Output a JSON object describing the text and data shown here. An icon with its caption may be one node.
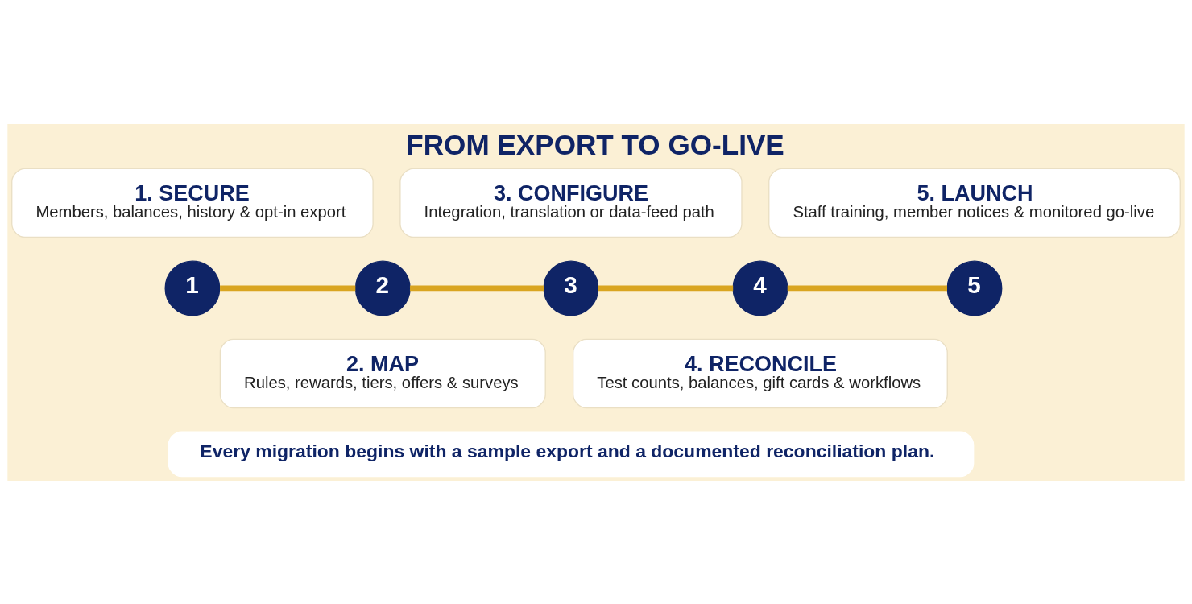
{
  "diagram": {
    "title": "FROM EXPORT TO GO-LIVE",
    "nodes": [
      {
        "text": [
          "1. SECURE",
          "Members, balances, history & opt-in export"
        ]
      },
      {
        "text": [
          "3. CONFIGURE",
          "Integration, translation or data-feed path"
        ]
      },
      {
        "text": [
          "5. LAUNCH",
          "Staff training, member notices & monitored go-live"
        ]
      },
      {
        "text": [
          "1"
        ]
      },
      {
        "text": [
          "2"
        ]
      },
      {
        "text": [
          "3"
        ]
      },
      {
        "text": [
          "4"
        ]
      },
      {
        "text": [
          "5"
        ]
      },
      {
        "text": [
          "2. MAP",
          "Rules, rewards, tiers, offers & surveys"
        ]
      },
      {
        "text": [
          "4. RECONCILE",
          "Test counts, balances, gift cards & workflows"
        ]
      }
    ],
    "edges": [
      {
        "from": 3,
        "to": 4,
        "arrow": "none"
      },
      {
        "from": 4,
        "to": 5,
        "arrow": "none"
      },
      {
        "from": 5,
        "to": 6,
        "arrow": "none"
      },
      {
        "from": 6,
        "to": 7,
        "arrow": "none"
      }
    ],
    "labels": [
      "Every migration begins with a sample export and a documented reconciliation plan."
    ]
  }
}
